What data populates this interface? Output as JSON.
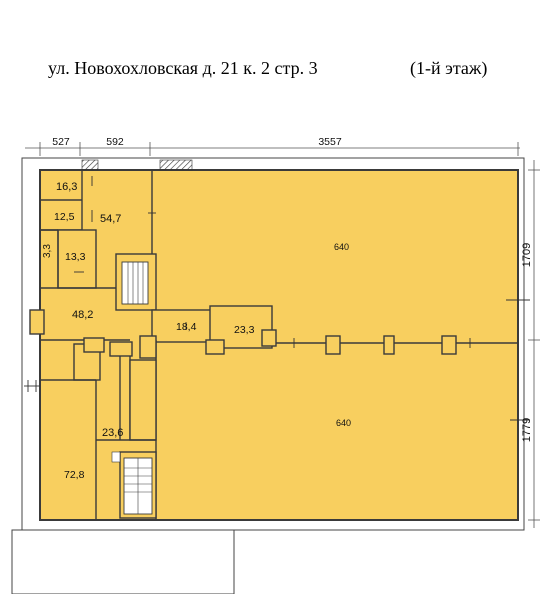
{
  "header": {
    "address": "ул. Новохохловская д. 21 к. 2 стр. 3",
    "floor": "(1-й этаж)"
  },
  "dimensions": {
    "top_1": "527",
    "top_2": "592",
    "top_3": "3557",
    "right_upper": "1709",
    "right_lower": "1779"
  },
  "rooms": {
    "r16_3": "16,3",
    "r12_5": "12,5",
    "r54_7": "54,7",
    "r3_3": "3,3",
    "r13_3": "13,3",
    "r640_top": "640",
    "r48_2": "48,2",
    "r18_4": "18,4",
    "r23_3": "23,3",
    "r23_6": "23,6",
    "r640_bottom": "640",
    "r72_8": "72,8"
  },
  "colors": {
    "floor_fill": "#f8cf5f",
    "wall": "#3a3a3a",
    "line": "#444444"
  }
}
